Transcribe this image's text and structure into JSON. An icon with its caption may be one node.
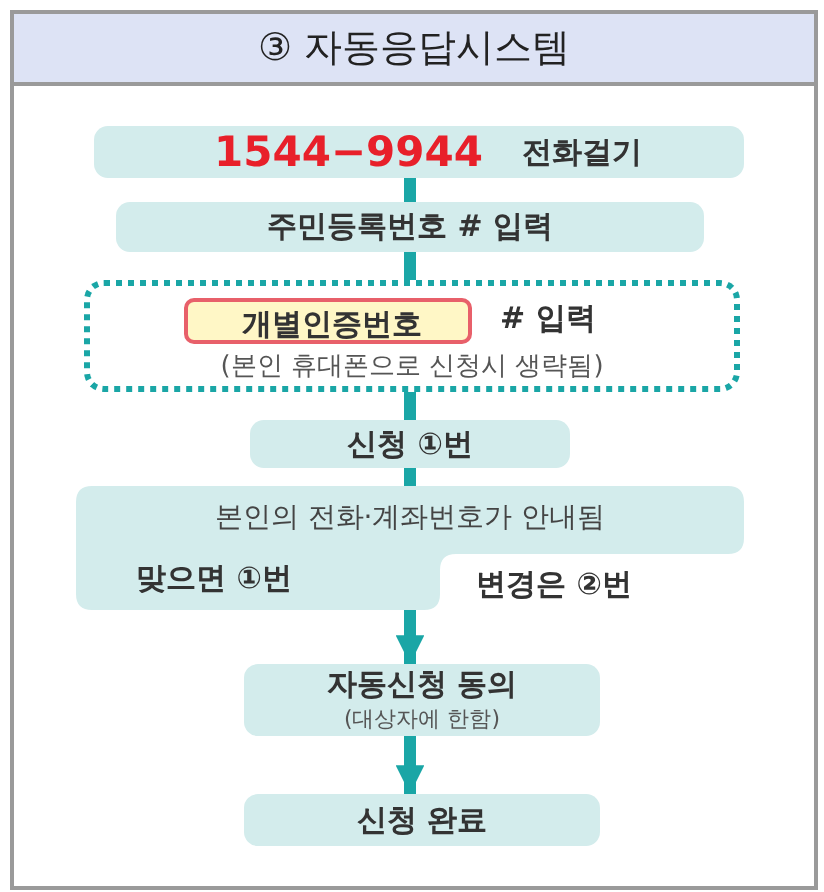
{
  "diagram": {
    "title": "③ 자동응답시스템",
    "nodes": [
      {
        "text": [
          "1544−9944",
          "전화걸기"
        ]
      },
      {
        "text": [
          "주민등록번호 # 입력"
        ]
      },
      {
        "text": [
          "# 입력",
          "(본인 휴대폰으로 신청시 생략됨)"
        ]
      },
      {
        "text": [
          "개별인증번호"
        ],
        "in": 2
      },
      {
        "text": [
          "신청 ①번"
        ]
      },
      {
        "text": [
          "본인의 전화·계좌번호가 안내됨",
          "맞으면 ①번"
        ],
        "beside": [
          "변경은 ②번"
        ]
      },
      {
        "text": [
          "자동신청 동의",
          "(대상자에 한함)"
        ]
      },
      {
        "text": [
          "신청 완료"
        ]
      }
    ],
    "edges": [
      {
        "from": 0,
        "to": 1,
        "arrow": "none"
      },
      {
        "from": 1,
        "to": 2,
        "arrow": "none"
      },
      {
        "from": 2,
        "to": 4,
        "arrow": "none"
      },
      {
        "from": 4,
        "to": 5,
        "arrow": "none"
      },
      {
        "from": 5,
        "to": 6,
        "arrow": "to"
      },
      {
        "from": 6,
        "to": 7,
        "arrow": "to"
      }
    ]
  }
}
